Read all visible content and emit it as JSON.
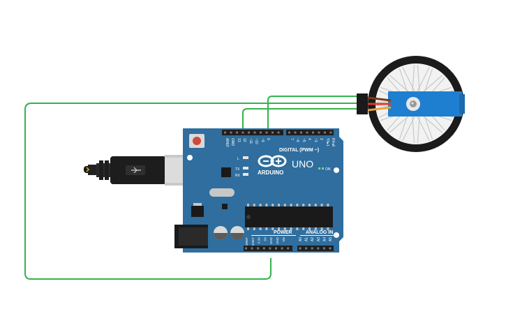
{
  "board": {
    "brand": "ARDUINO",
    "model": "UNO",
    "on_label": "ON",
    "digital_label": "DIGITAL (PWM ~)",
    "power_label": "POWER",
    "analog_label": "ANALOG IN",
    "led_labels": [
      "L",
      "TX",
      "RX"
    ],
    "digital_pins": [
      "AREF",
      "GND",
      "13",
      "12",
      "~11",
      "~10",
      "~9",
      "8",
      "7",
      "~6",
      "~5",
      "4",
      "~3",
      "2",
      "TX▸1",
      "RX◂0"
    ],
    "power_pins": [
      "IOREF",
      "RESET",
      "3.3V",
      "5V",
      "GND",
      "GND",
      "Vin"
    ],
    "analog_pins": [
      "A0",
      "A1",
      "A2",
      "A3",
      "A4",
      "A5"
    ]
  },
  "colors": {
    "board": "#2f6e9e",
    "board_dark": "#245a84",
    "wire": "#33b34a",
    "header": "#1f1f1f",
    "servo_body": "#1e7fd0",
    "wheel_tire": "#1b1b1b",
    "wheel_spoke": "#f2f2f2"
  },
  "components": {
    "usb_cable": "usb-cable-icon",
    "power_jack": "dc-jack-icon",
    "servo": "servo-motor-icon",
    "wheel": "wheel-icon",
    "microcontroller": "ic-chip-icon"
  }
}
